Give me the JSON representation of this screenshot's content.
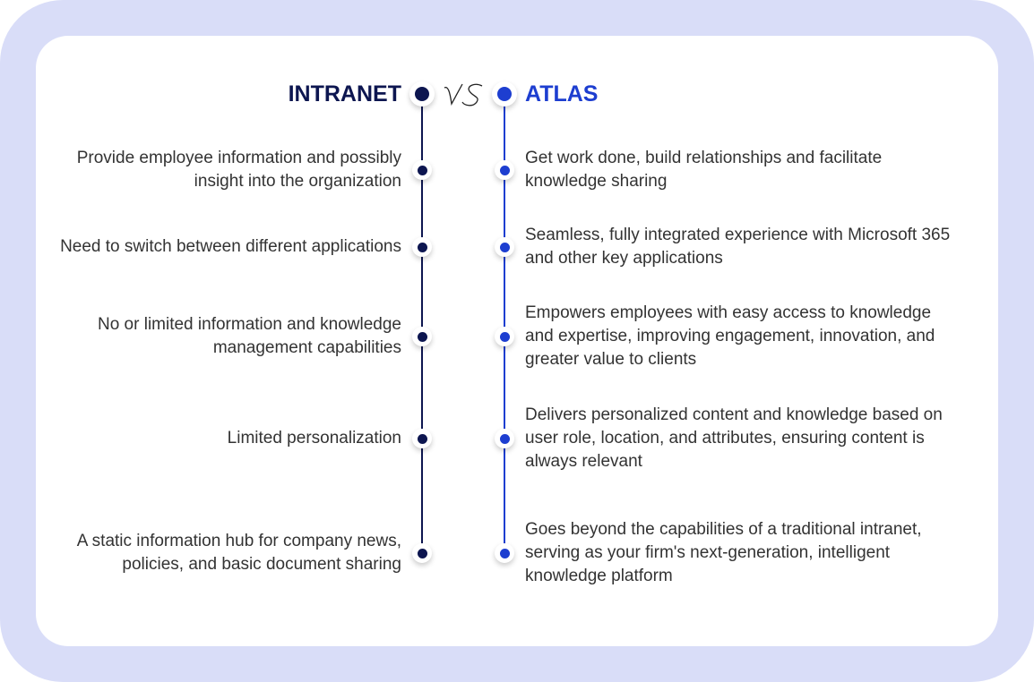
{
  "header": {
    "left_title": "INTRANET",
    "vs_label": "VS",
    "right_title": "ATLAS"
  },
  "colors": {
    "intranet": "#0d1650",
    "atlas": "#1d3ed0",
    "frame": "#d9ddf8"
  },
  "rows": [
    {
      "intranet": "Provide employee information and possibly insight into the organization",
      "atlas": "Get work done, build relationships and facilitate knowledge sharing"
    },
    {
      "intranet": "Need to switch between different applications",
      "atlas": "Seamless, fully integrated experience with Microsoft 365 and other key applications"
    },
    {
      "intranet": "No or limited information and knowledge management capabilities",
      "atlas": "Empowers employees with easy access to knowledge and expertise, improving engagement, innovation, and greater value to clients"
    },
    {
      "intranet": "Limited personalization",
      "atlas": "Delivers personalized content and knowledge based on user role, location, and attributes, ensuring content is always relevant"
    },
    {
      "intranet": "A static information hub for company news, policies, and basic document sharing",
      "atlas": "Goes beyond the capabilities of a traditional intranet, serving as your firm's next-generation, intelligent knowledge platform"
    }
  ]
}
